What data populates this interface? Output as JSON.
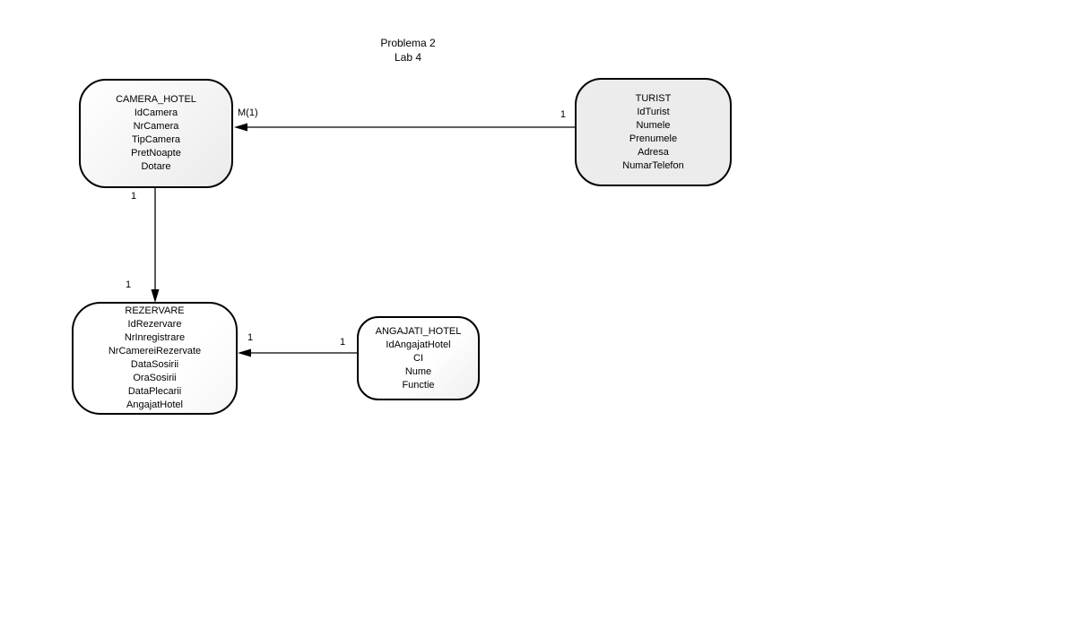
{
  "title": {
    "line1": "Problema 2",
    "line2": "Lab 4"
  },
  "entities": {
    "camera_hotel": {
      "name": "CAMERA_HOTEL",
      "fields": [
        "IdCamera",
        "NrCamera",
        "TipCamera",
        "PretNoapte",
        "Dotare"
      ]
    },
    "turist": {
      "name": "TURIST",
      "fields": [
        "IdTurist",
        "Numele",
        "Prenumele",
        "Adresa",
        "NumarTelefon"
      ]
    },
    "rezervare": {
      "name": "REZERVARE",
      "fields": [
        "IdRezervare",
        "NrInregistrare",
        "NrCamereiRezervate",
        "DataSosirii",
        "OraSosirii",
        "DataPlecarii",
        "AngajatHotel"
      ]
    },
    "angajati_hotel": {
      "name": "ANGAJATI_HOTEL",
      "fields": [
        "IdAngajatHotel",
        "CI",
        "Nume",
        "Functie"
      ]
    }
  },
  "connectors": {
    "turist_camera": {
      "from": "TURIST",
      "to": "CAMERA_HOTEL",
      "label_from": "1",
      "label_to": "M(1)"
    },
    "camera_rezervare": {
      "from": "CAMERA_HOTEL",
      "to": "REZERVARE",
      "label_from": "1",
      "label_to": "1"
    },
    "angajati_rezervare": {
      "from": "ANGAJATI_HOTEL",
      "to": "REZERVARE",
      "label_from": "1",
      "label_to": "1"
    }
  },
  "colors": {
    "background": "#ffffff",
    "box_border": "#000000",
    "box_fill_gray": "#ececec",
    "box_fill_white": "#ffffff",
    "line": "#000000",
    "text": "#000000"
  }
}
